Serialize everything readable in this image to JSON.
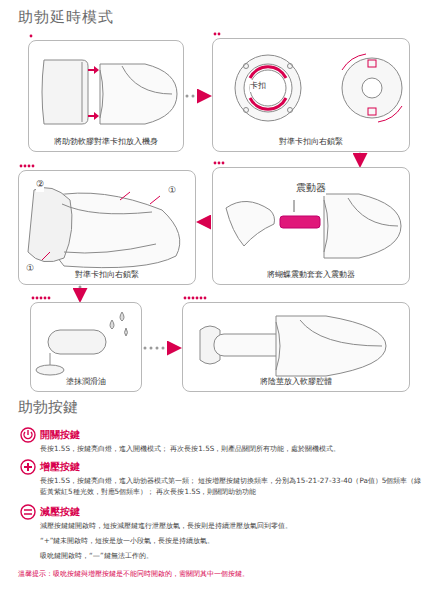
{
  "diagram": {
    "title": "助勃延時模式",
    "nodes": [
      {
        "text": [
          "將助勃軟膠對準卡扣放入機身"
        ]
      },
      {
        "text": [
          "對準卡扣向右鎖緊"
        ]
      },
      {
        "text": [
          "將蝴蝶震動套套入震動器"
        ]
      },
      {
        "text": [
          "對準卡扣向右鎖緊"
        ]
      },
      {
        "text": [
          "塗抹潤滑油"
        ]
      },
      {
        "text": [
          "將陰莖放入軟膠腔體"
        ]
      }
    ],
    "edges": [
      {
        "from": 0,
        "to": 1,
        "arrow": "to"
      },
      {
        "from": 1,
        "to": 2,
        "arrow": "to"
      },
      {
        "from": 2,
        "to": 3,
        "arrow": "to"
      },
      {
        "from": 3,
        "to": 4,
        "arrow": "to"
      },
      {
        "from": 4,
        "to": 5,
        "arrow": "to"
      }
    ],
    "labels": [
      "卡扣",
      "震動器",
      "②",
      "①",
      "①",
      "助勃按鍵",
      "開關按鍵",
      "長按1.5S，按鍵亮白燈，進入開機模式； 再次長按1.5S，則產品關閉所有功能，處於關機模式。",
      "增壓按鍵",
      "長按1.5S，按鍵亮白燈，進入助勃器模式第一頻； 短按增壓按鍵切換頻率，分別為15-21-27-33-40（Pa值）5個頻率（綠藍黃紫紅5種光效，對應5個頻率）； 再次長按1.5S，則關閉助勃功能",
      "減壓按鍵",
      "減壓按鍵鍵開啟時，短按減壓鍵進行泄壓放氣，長按則是持續泄壓放氣回到零值。",
      "“+”鍵未開啟時，短按是放一小段氣，長按是持續放氣。",
      "吸吮鍵開啟時，“—”鍵無法工作的。",
      "溫馨提示：吸吮按鍵與增壓按鍵是不能同時開啟的，需關閉其中一個按鍵。"
    ]
  }
}
